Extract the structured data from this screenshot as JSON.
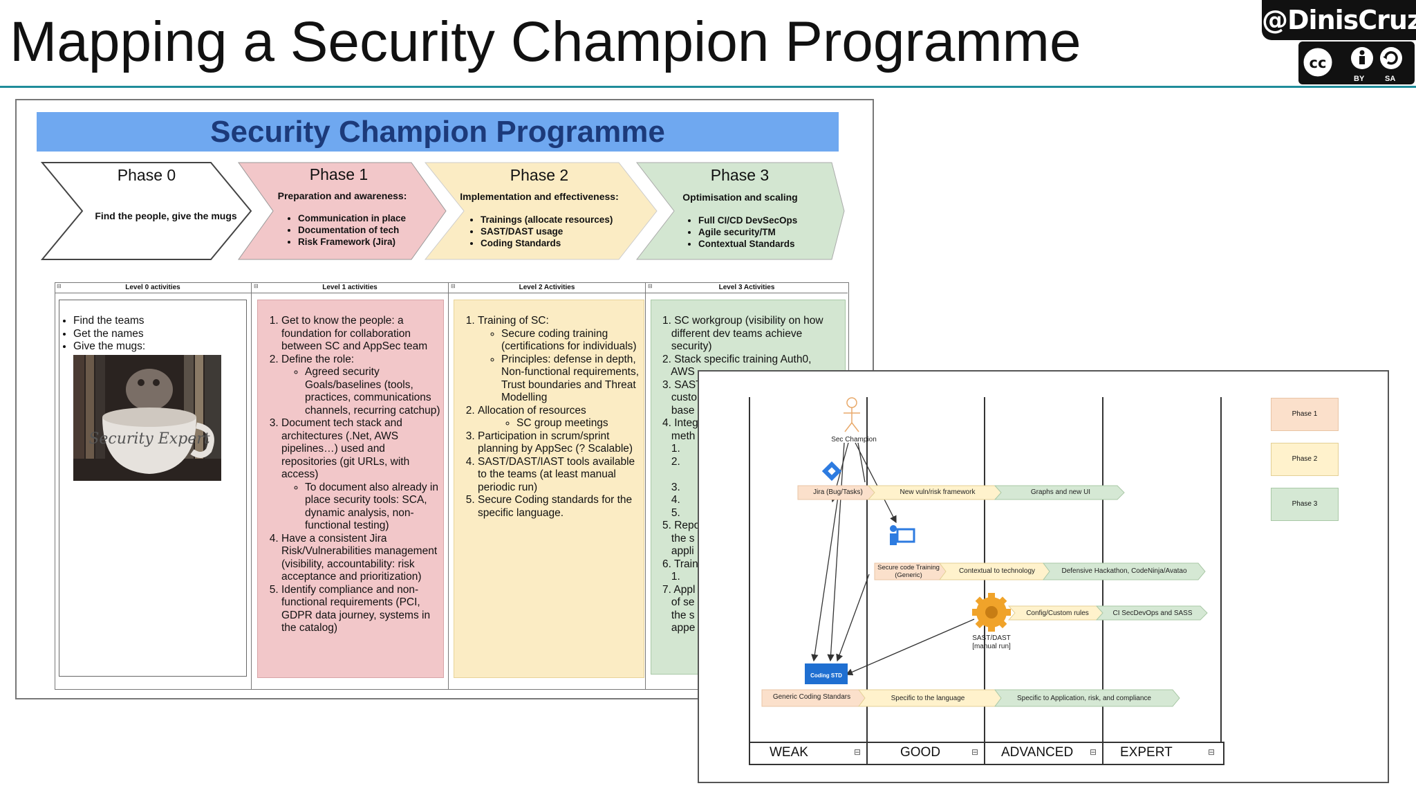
{
  "slide": {
    "title": "Mapping a Security Champion Programme",
    "handle": "@DinisCruz",
    "license": {
      "by": "BY",
      "sa": "SA",
      "cc": "cc"
    }
  },
  "programme": {
    "title": "Security Champion Programme",
    "phases": [
      {
        "title": "Phase 0",
        "subtitle": "",
        "items": [
          "Find the people, give the mugs"
        ],
        "fill": "#ffffff"
      },
      {
        "title": "Phase 1",
        "subtitle": "Preparation and awareness:",
        "items": [
          "Communication in place",
          "Documentation of tech",
          "Risk Framework (Jira)"
        ],
        "fill": "#f2c7c9"
      },
      {
        "title": "Phase 2",
        "subtitle": "Implementation and effectiveness:",
        "items": [
          "Trainings (allocate resources)",
          "SAST/DAST usage",
          "Coding Standards"
        ],
        "fill": "#fbecc4"
      },
      {
        "title": "Phase 3",
        "subtitle": "Optimisation and scaling",
        "items": [
          "Full CI/CD DevSecOps",
          "Agile security/TM",
          "Contextual Standards"
        ],
        "fill": "#d3e6d1"
      }
    ],
    "levels": [
      {
        "header": "Level 0 activities"
      },
      {
        "header": "Level 1 activities"
      },
      {
        "header": "Level 2 Activities"
      },
      {
        "header": "Level 3 Activities"
      }
    ],
    "level0": {
      "items": [
        "Find the teams",
        "Get the names",
        "Give the mugs:"
      ],
      "mug_text": "Security Expert"
    },
    "level1": {
      "i1": "Get to know the people: a foundation for collaboration between SC and AppSec team",
      "i2": "Define the role:",
      "i2_sub": "Agreed security Goals/baselines (tools, practices, communications channels, recurring catchup)",
      "i3": "Document tech stack and architectures (.Net, AWS pipelines…) used and repositories (git URLs, with access)",
      "i3_sub": "To document also already in place security tools: SCA, dynamic analysis, non-functional testing)",
      "i4": "Have a consistent Jira Risk/Vulnerabilities management (visibility, accountability: risk acceptance and prioritization)",
      "i5": "Identify compliance and non-functional requirements (PCI, GDPR data journey, systems in the catalog)"
    },
    "level2": {
      "i1": "Training of SC:",
      "i1_sub1": "Secure coding training (certifications for individuals)",
      "i1_sub2": "Principles: defense in depth, Non-functional requirements, Trust boundaries and Threat Modelling",
      "i2": "Allocation of resources",
      "i2_sub": "SC group meetings",
      "i3": "Participation in scrum/sprint planning by AppSec (? Scalable)",
      "i4": "SAST/DAST/IAST tools available to the teams (at least manual periodic run)",
      "i5": "Secure Coding standards for the specific language."
    },
    "level3": {
      "lines": [
        "1. SC workgroup (visibility on how",
        "   different dev teams achieve",
        "   security)",
        "2. Stack specific training Auth0,",
        "   AWS",
        "3. SAST",
        "   custo",
        "   base",
        "4. Integ",
        "   meth",
        "   1.",
        "   2.",
        "",
        "   3.",
        "   4.",
        "   5.",
        "5. Repo",
        "   the s",
        "   appli",
        "6. Train",
        "   1.",
        "7. Appl",
        "   of se",
        "   the s",
        "   appe"
      ]
    }
  },
  "map": {
    "champion_label": "Sec Champion",
    "rows": {
      "r1": [
        "Jira (Bug/Tasks)",
        "New vuln/risk framework",
        "Graphs and new UI"
      ],
      "r2": [
        "Secure code Training (Generic)",
        "Contextual to technology",
        "Defensive Hackathon, CodeNinja/Avatao"
      ],
      "r3": [
        "Config/Custom rules",
        "CI SecDevOps and SASS"
      ],
      "r4": [
        "Generic Coding Standars",
        "Specific to the language",
        "Specific to Application, risk, and compliance"
      ]
    },
    "sast_label": "SAST/DAST",
    "sast_sub": "[manual run]",
    "coding_std_label": "Coding STD",
    "legend": [
      "Phase 1",
      "Phase 2",
      "Phase 3"
    ],
    "axis": [
      "WEAK",
      "GOOD",
      "ADVANCED",
      "EXPERT"
    ],
    "colors": {
      "phase1": "#fbe0cb",
      "phase2": "#fff2cc",
      "phase3": "#d5e8d4",
      "accent": "#1f6fd1"
    }
  }
}
